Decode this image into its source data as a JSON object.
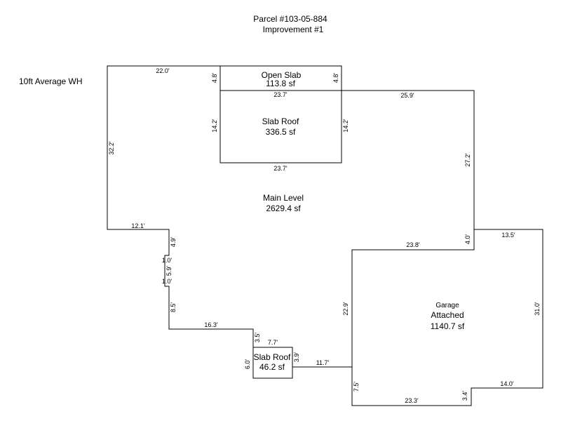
{
  "header": {
    "parcel": "Parcel #103-05-884",
    "improvement": "Improvement #1"
  },
  "note": "10ft Average WH",
  "areas": {
    "open_slab": {
      "name": "Open Slab",
      "size": "113.8 sf"
    },
    "slab_roof_upper": {
      "name": "Slab Roof",
      "size": "336.5 sf"
    },
    "main_level": {
      "name": "Main Level",
      "size": "2629.4 sf"
    },
    "garage": {
      "kind": "Garage",
      "name": "Attached",
      "size": "1140.7 sf"
    },
    "slab_roof_lower": {
      "name": "Slab Roof",
      "size": "46.2 sf"
    }
  },
  "dimensions": {
    "main_top": "22.0'",
    "main_left": "32.2'",
    "open_slab_left": "4.8'",
    "open_slab_right": "4.8'",
    "slab_roof_top": "23.7'",
    "slab_roof_left": "14.2'",
    "slab_roof_right": "14.2'",
    "slab_roof_bottom": "23.7'",
    "main_upper_right": "25.9'",
    "main_right": "27.2'",
    "main_lower_left": "12.1'",
    "jog_a": "4.9'",
    "jog_b": "1.0'",
    "jog_c": "5.9'",
    "jog_d": "1.0'",
    "jog_e": "8.5'",
    "lower_run": "16.3'",
    "small_slab_left_step": "3.5'",
    "small_slab_top": "7.7'",
    "small_slab_left": "6.0'",
    "small_slab_right": "3.9'",
    "to_garage": "11.7'",
    "garage_top": "23.8'",
    "garage_top_step": "4.0'",
    "garage_right_top": "13.5'",
    "garage_left": "22.9'",
    "garage_right": "31.0'",
    "garage_bottom_left": "7.5'",
    "garage_bottom": "23.3'",
    "garage_bottom_step": "3.4'",
    "garage_bottom_right": "14.0'"
  }
}
